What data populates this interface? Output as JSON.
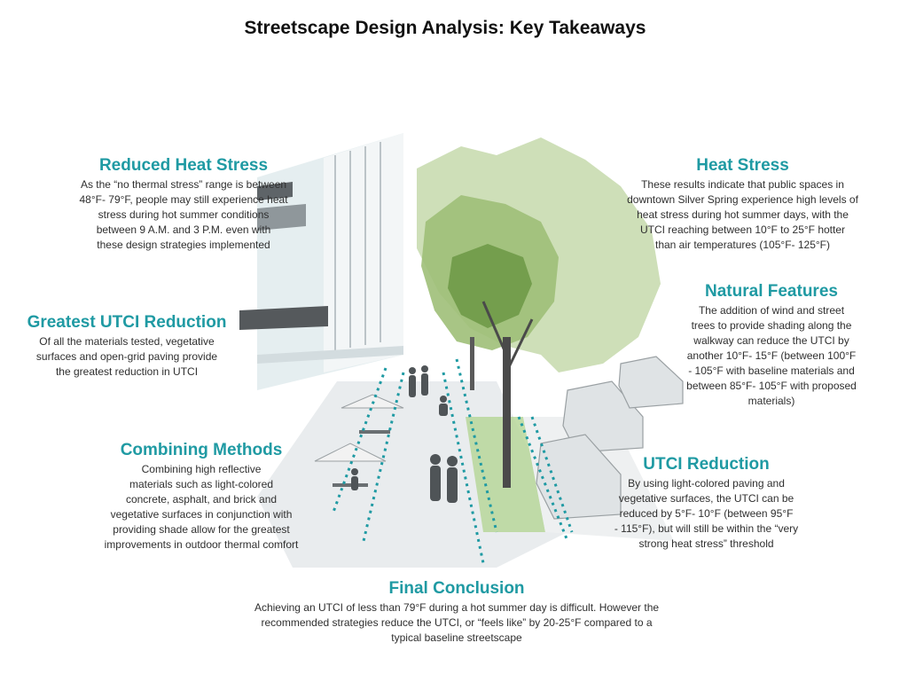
{
  "title": "Streetscape Design Analysis: Key Takeaways",
  "colors": {
    "accent": "#1f9aa3",
    "tree_light": "#c9dcb0",
    "tree_dark": "#6f9a48",
    "strip": "#b7d79a"
  },
  "icons": [
    "building-illustration",
    "street-tree-illustration",
    "pedestrian-figures",
    "parked-cars-illustration",
    "dotted-sightline-lines"
  ],
  "sections": {
    "reduced_heat_stress": {
      "heading": "Reduced Heat Stress",
      "body": "As the “no thermal stress” range is between\n48°F- 79°F, people may still experience heat\nstress during hot summer conditions\nbetween 9 A.M. and 3 P.M. even with\nthese design strategies implemented"
    },
    "greatest_utci_reduction": {
      "heading": "Greatest UTCI Reduction",
      "body": "Of all the materials tested, vegetative\nsurfaces and open-grid paving  provide\nthe greatest reduction in UTCI"
    },
    "combining_methods": {
      "heading": "Combining Methods",
      "body": "Combining  high reflective\nmaterials such as light-colored\nconcrete, asphalt, and brick and\nvegetative surfaces in conjunction with\nproviding shade allow for the greatest\nimprovements in outdoor thermal comfort"
    },
    "heat_stress": {
      "heading": "Heat Stress",
      "body": "These results indicate that public spaces in\ndowntown Silver Spring experience high levels of\nheat stress during hot summer days, with the\nUTCI reaching between 10°F to 25°F hotter\nthan air temperatures (105°F- 125°F)"
    },
    "natural_features": {
      "heading": "Natural Features",
      "body": "The addition of wind and street\ntrees to provide shading along the\nwalkway can reduce the UTCI by\nanother 10°F- 15°F (between 100°F\n- 105°F with baseline materials and\nbetween 85°F- 105°F with proposed\nmaterials)"
    },
    "utci_reduction": {
      "heading": "UTCI Reduction",
      "body": "By using light-colored paving and\nvegetative surfaces, the UTCI can be\nreduced by 5°F- 10°F (between 95°F\n- 115°F), but will still be within the “very\nstrong heat stress” threshold"
    },
    "final_conclusion": {
      "heading": "Final Conclusion",
      "body": "Achieving an UTCI of less than 79°F during a hot summer day is difficult. However the\nrecommended strategies reduce the UTCI, or  “feels like” by 20-25°F compared to a\ntypical baseline streetscape"
    }
  }
}
